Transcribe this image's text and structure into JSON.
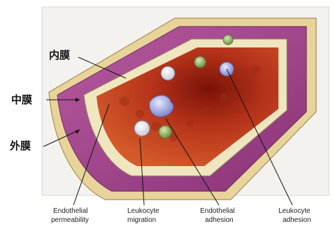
{
  "labels": {
    "intima": "内膜",
    "media": "中膜",
    "adventitia": "外膜"
  },
  "annotations": [
    {
      "line1": "Endothelial",
      "line2": "permeability"
    },
    {
      "line1": "Leukocyte",
      "line2": "migration"
    },
    {
      "line1": "Endothelial",
      "line2": "adhesion"
    },
    {
      "line1": "Leukocyte",
      "line2": "adhesion"
    }
  ],
  "colors": {
    "adventitia": "#e8d49a",
    "media": "#9c3f86",
    "intima_edge": "#efe6bf",
    "lumen": "#c7421f"
  }
}
